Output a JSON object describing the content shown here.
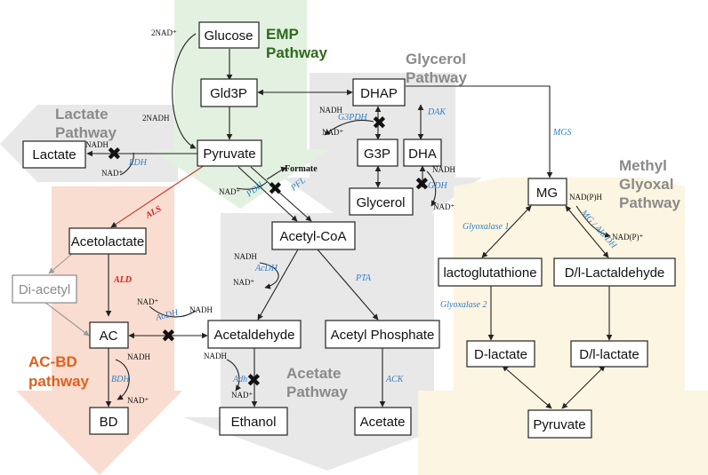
{
  "pathways": {
    "emp": [
      "EMP",
      "Pathway"
    ],
    "glycerol": [
      "Glycerol",
      "Pathway"
    ],
    "lactate": [
      "Lactate",
      "Pathway"
    ],
    "methylglyoxal": [
      "Methyl",
      "Glyoxal",
      "Pathway"
    ],
    "acbd": [
      "AC-BD",
      "pathway"
    ],
    "acetate": [
      "Acetate",
      "Pathway"
    ]
  },
  "nodes": {
    "glucose": "Glucose",
    "gld3p": "Gld3P",
    "pyruvate": "Pyruvate",
    "lactate": "Lactate",
    "dhap": "DHAP",
    "g3p": "G3P",
    "dha": "DHA",
    "glycerol": "Glycerol",
    "mg": "MG",
    "acetolactate": "Acetolactate",
    "diacetyl": "Di-acetyl",
    "ac": "AC",
    "bd": "BD",
    "acetylcoa": "Acetyl-CoA",
    "acetaldehyde": "Acetaldehyde",
    "ethanol": "Ethanol",
    "acetylphosphate": "Acetyl Phosphate",
    "acetate": "Acetate",
    "lactoglutathione": "lactoglutathione",
    "dllactaldehyde": "D/l-Lactaldehyde",
    "dlactate": "D-lactate",
    "dllactate": "D/l-lactate",
    "pyruvate2": "Pyruvate"
  },
  "enzymes": {
    "ldh": "LDH",
    "g3pdh": "G3PDH",
    "dak": "DAK",
    "gdh": "GDH",
    "mgs": "MGS",
    "pdh": "PDH",
    "pfl": "PFL",
    "als": "ALS",
    "ald": "ALD",
    "aodh": "AoDH",
    "bdh": "BDH",
    "acdh": "AcDH",
    "adh": "Adh",
    "pta": "PTA",
    "ack": "ACK",
    "glyoxalase1": "Glyoxalase 1",
    "glyoxalase2": "Glyoxalase 2",
    "mgaldh": "MG / Ald DH"
  },
  "cofactors": {
    "nad2": "2NAD⁺",
    "nadh2": "2NADH",
    "nadh": "NADH",
    "nad": "NAD⁺",
    "formate": "Formate",
    "nadph": "NAD(P)H",
    "nadp": "NAD(P)⁺"
  },
  "colors": {
    "emp_band": "#e3f1e0",
    "emp_title": "#2e6a1e",
    "grey_band": "#e9e8e9",
    "grey_title": "#8a8a8a",
    "acbd_band": "#f9ddd0",
    "acbd_title": "#e0601c",
    "mg_band": "#fcf5e1",
    "mg_title": "#8a8a8a",
    "enzyme": "#2f7fc4",
    "als": "#d62020"
  }
}
